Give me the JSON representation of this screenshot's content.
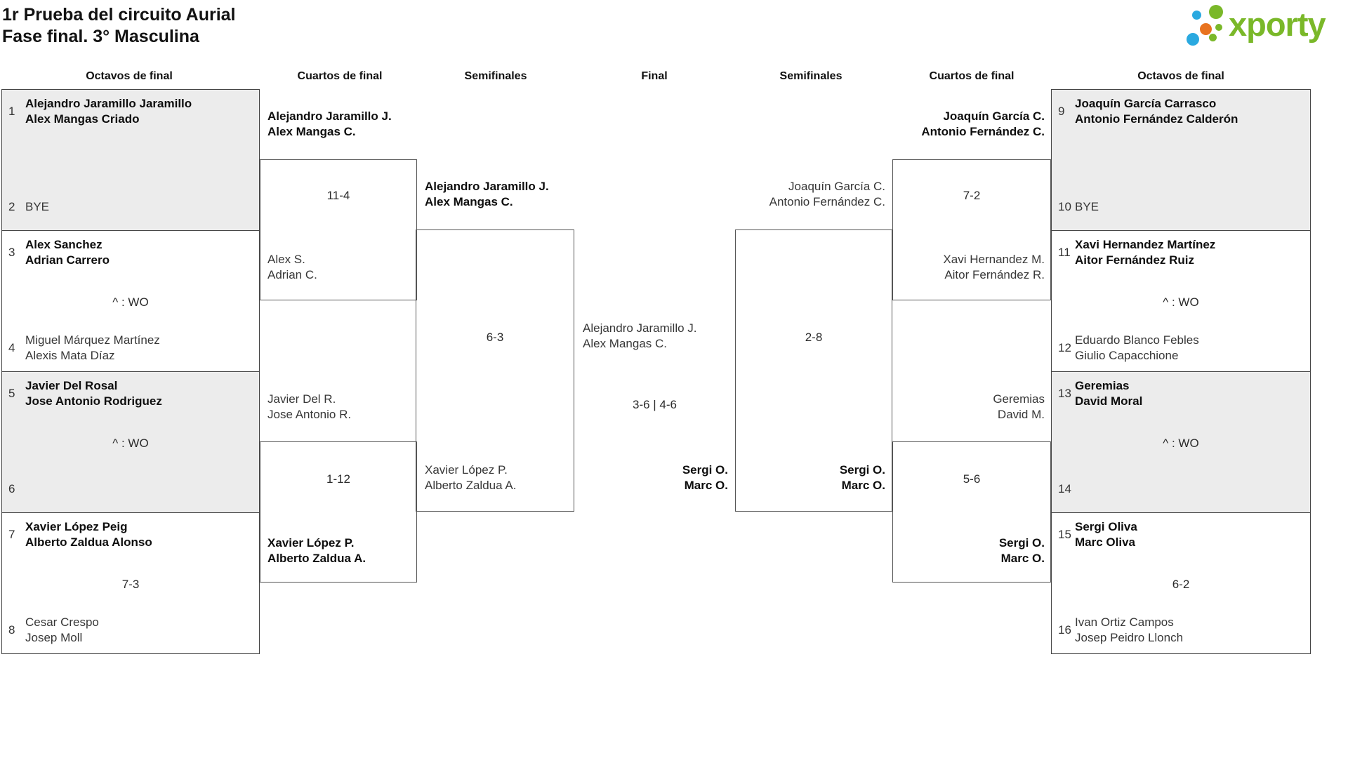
{
  "page": {
    "title_line1": "1r Prueba del circuito Aurial",
    "title_line2": "Fase final. 3° Masculina"
  },
  "logo": {
    "text": "xporty",
    "green": "#7ab829",
    "blue": "#2aa9e0",
    "orange": "#e8731f"
  },
  "round_headers": [
    "Octavos de final",
    "Cuartos de final",
    "Semifinales",
    "Final",
    "Semifinales",
    "Cuartos de final",
    "Octavos de final"
  ],
  "octavos": [
    {
      "seed_top": "1",
      "team_top": [
        "Alejandro Jaramillo Jaramillo",
        "Alex Mangas Criado"
      ],
      "note": "",
      "seed_bottom": "2",
      "team_bottom": [
        "BYE"
      ]
    },
    {
      "seed_top": "3",
      "team_top": [
        "Alex Sanchez",
        "Adrian Carrero"
      ],
      "note": "^ : WO",
      "seed_bottom": "4",
      "team_bottom": [
        "Miguel Márquez Martínez",
        "Alexis Mata Díaz"
      ]
    },
    {
      "seed_top": "5",
      "team_top": [
        "Javier Del Rosal",
        "Jose Antonio Rodriguez"
      ],
      "note": "^ : WO",
      "seed_bottom": "6",
      "team_bottom": []
    },
    {
      "seed_top": "7",
      "team_top": [
        "Xavier López Peig",
        "Alberto Zaldua Alonso"
      ],
      "note": "7-3",
      "seed_bottom": "8",
      "team_bottom": [
        "Cesar Crespo",
        "Josep Moll"
      ]
    },
    {
      "seed_top": "9",
      "team_top": [
        "Joaquín García Carrasco",
        "Antonio Fernández Calderón"
      ],
      "note": "",
      "seed_bottom": "10",
      "team_bottom": [
        "BYE"
      ]
    },
    {
      "seed_top": "11",
      "team_top": [
        "Xavi Hernandez Martínez",
        "Aitor Fernández Ruiz"
      ],
      "note": "^ : WO",
      "seed_bottom": "12",
      "team_bottom": [
        "Eduardo Blanco Febles",
        "Giulio Capacchione"
      ]
    },
    {
      "seed_top": "13",
      "team_top": [
        "Geremias",
        "David Moral"
      ],
      "note": "^ : WO",
      "seed_bottom": "14",
      "team_bottom": []
    },
    {
      "seed_top": "15",
      "team_top": [
        "Sergi Oliva",
        "Marc Oliva"
      ],
      "note": "6-2",
      "seed_bottom": "16",
      "team_bottom": [
        "Ivan Ortiz Campos",
        "Josep Peidro Llonch"
      ]
    }
  ],
  "matches": {
    "qf_left_1": {
      "team_top": [
        "Alejandro Jaramillo J.",
        "Alex Mangas C."
      ],
      "score": "11-4",
      "team_bottom": [
        "Alex S.",
        "Adrian C."
      ]
    },
    "qf_left_2": {
      "team_top": [
        "Javier Del R.",
        "Jose Antonio R."
      ],
      "score": "1-12",
      "team_bottom": [
        "Xavier López P.",
        "Alberto Zaldua A."
      ]
    },
    "sf_left": {
      "team_top": [
        "Alejandro Jaramillo J.",
        "Alex Mangas C."
      ],
      "score": "6-3",
      "team_bottom": [
        "Xavier López P.",
        "Alberto Zaldua A."
      ]
    },
    "final": {
      "team_top": [
        "Alejandro Jaramillo J.",
        "Alex Mangas C."
      ],
      "score": "3-6 | 4-6",
      "team_bottom": [
        "Sergi O.",
        "Marc O."
      ]
    },
    "sf_right": {
      "team_top": [
        "Joaquín García C.",
        "Antonio Fernández C."
      ],
      "score": "2-8",
      "team_bottom": [
        "Sergi O.",
        "Marc O."
      ]
    },
    "qf_right_1": {
      "team_top": [
        "Joaquín García C.",
        "Antonio Fernández C."
      ],
      "score": "7-2",
      "team_bottom": [
        "Xavi Hernandez M.",
        "Aitor Fernández R."
      ]
    },
    "qf_right_2": {
      "team_top": [
        "Geremias",
        "David M."
      ],
      "score": "5-6",
      "team_bottom": [
        "Sergi O.",
        "Marc O."
      ]
    }
  },
  "colors": {
    "box_shade": "#ececec",
    "box_border": "#454545",
    "line_border": "#555555"
  }
}
